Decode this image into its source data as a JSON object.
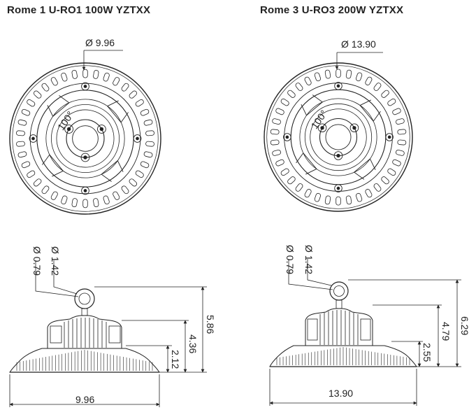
{
  "models": [
    {
      "title": "Rome 1    U-RO1 100W YZTXX",
      "top_diameter": "Ø 9.96",
      "ring_outer_diameter": "Ø 1.42",
      "ring_inner_diameter": "Ø 0.79",
      "total_height": "5.86",
      "body_height": "4.36",
      "fin_height": "2.12",
      "width": "9.96",
      "center_label": "100°"
    },
    {
      "title": "Rome 3    U-RO3 200W YZTXX",
      "top_diameter": "Ø 13.90",
      "ring_outer_diameter": "Ø 1.42",
      "ring_inner_diameter": "Ø 0.79",
      "total_height": "6.29",
      "body_height": "4.79",
      "fin_height": "2.55",
      "width": "13.90",
      "center_label": "100°"
    }
  ],
  "colors": {
    "line": "#222222",
    "background": "#ffffff"
  }
}
